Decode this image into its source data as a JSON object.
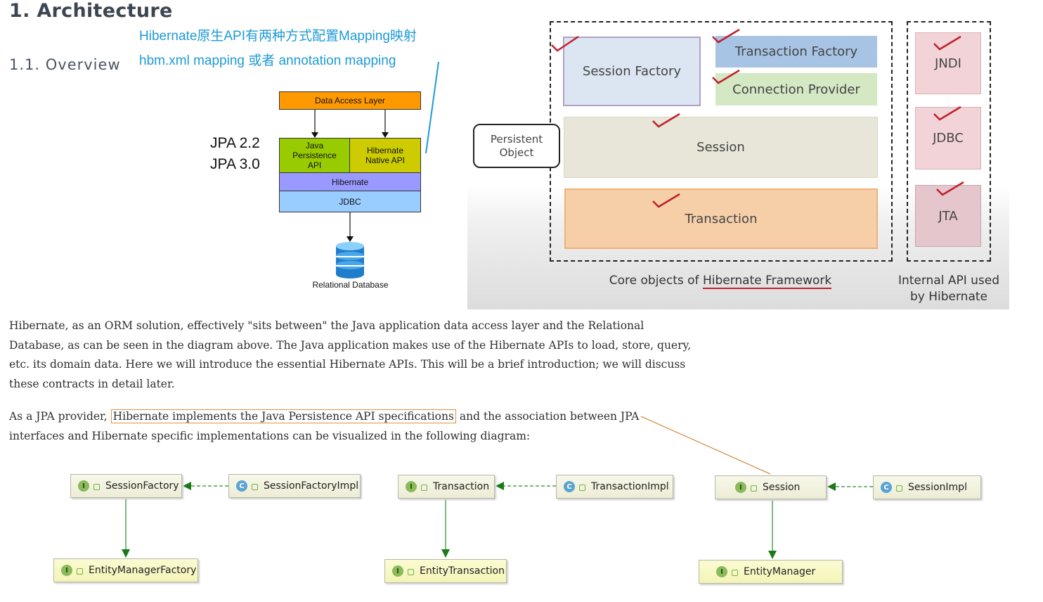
{
  "heading": {
    "title": "1. Architecture",
    "subtitle": "1.1. Overview"
  },
  "notes": {
    "line1": "Hibernate原生API有两种方式配置Mapping映射",
    "line2": "hbm.xml mapping 或者 annotation mapping"
  },
  "jpa_versions": [
    "JPA 2.2",
    "JPA 3.0"
  ],
  "stack": {
    "data_access": "Data Access Layer",
    "jpa_api": "Java Persistence API",
    "native_api": "Hibernate Native API",
    "hibernate": "Hibernate",
    "jdbc": "JDBC",
    "database": "Relational Database",
    "colors": {
      "data_access": "#ff9900",
      "jpa_api": "#99cc00",
      "native_api": "#cccc00",
      "hibernate": "#9999ff",
      "jdbc": "#99ccff"
    }
  },
  "core": {
    "persistent_object": "Persistent Object",
    "session_factory": "Session Factory",
    "transaction_factory": "Transaction Factory",
    "connection_provider": "Connection Provider",
    "session": "Session",
    "transaction": "Transaction",
    "jndi": "JNDI",
    "jdbc": "JDBC",
    "jta": "JTA",
    "caption_prefix": "Core objects of ",
    "caption_underlined": "Hibernate Framework",
    "internal_caption": "Internal API used by Hibernate"
  },
  "paragraphs": {
    "p1": "Hibernate, as an ORM solution, effectively \"sits between\" the Java application data access layer and the Relational Database, as can be seen in the diagram above. The Java application makes use of the Hibernate APIs to load, store, query, etc. its domain data. Here we will introduce the essential Hibernate APIs. This will be a brief introduction; we will discuss these contracts in detail later.",
    "p2_before": "As a JPA provider, ",
    "p2_highlight": "Hibernate implements the Java Persistence API specifications",
    "p2_after": " and the association between JPA interfaces and Hibernate specific implementations can be visualized in the following diagram:"
  },
  "uml": {
    "session_factory": "SessionFactory",
    "session_factory_impl": "SessionFactoryImpl",
    "entity_manager_factory": "EntityManagerFactory",
    "transaction": "Transaction",
    "transaction_impl": "TransactionImpl",
    "entity_transaction": "EntityTransaction",
    "session": "Session",
    "session_impl": "SessionImpl",
    "entity_manager": "EntityManager",
    "badge_interface": "I",
    "badge_class": "C"
  }
}
